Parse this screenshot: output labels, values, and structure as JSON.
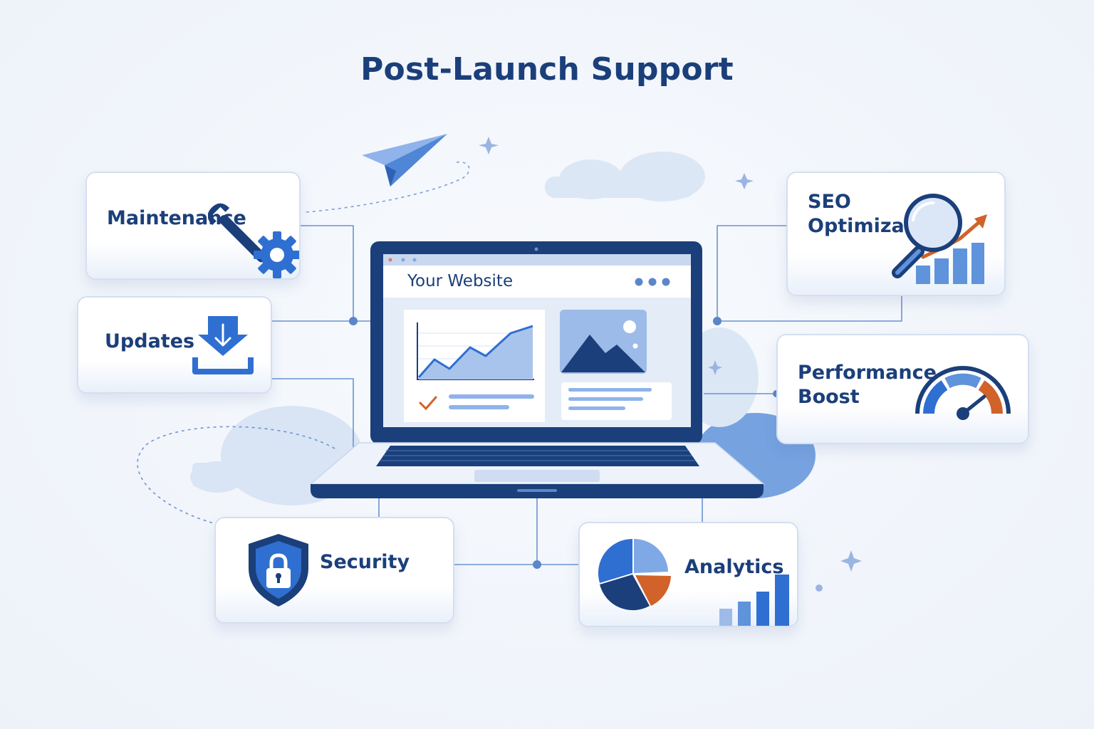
{
  "title": "Post-Launch Support",
  "website": {
    "title": "Your Website"
  },
  "cards": {
    "maintenance": {
      "label": "Maintenance",
      "icon": "wrench-gear-icon"
    },
    "updates": {
      "label": "Updates",
      "icon": "download-icon"
    },
    "seo": {
      "label_line1": "SEO",
      "label_line2": "Optimization",
      "icon": "magnifier-growth-icon"
    },
    "performance": {
      "label_line1": "Performance",
      "label_line2": "Boost",
      "icon": "speedometer-icon"
    },
    "security": {
      "label": "Security",
      "icon": "shield-lock-icon"
    },
    "analytics": {
      "label": "Analytics",
      "icon": "pie-bar-chart-icon"
    }
  },
  "colors": {
    "navy": "#1b3f7a",
    "blue": "#2f6fd1",
    "light_blue": "#7fa8e6",
    "accent_orange": "#d0622a",
    "background": "#f1f5fb"
  }
}
